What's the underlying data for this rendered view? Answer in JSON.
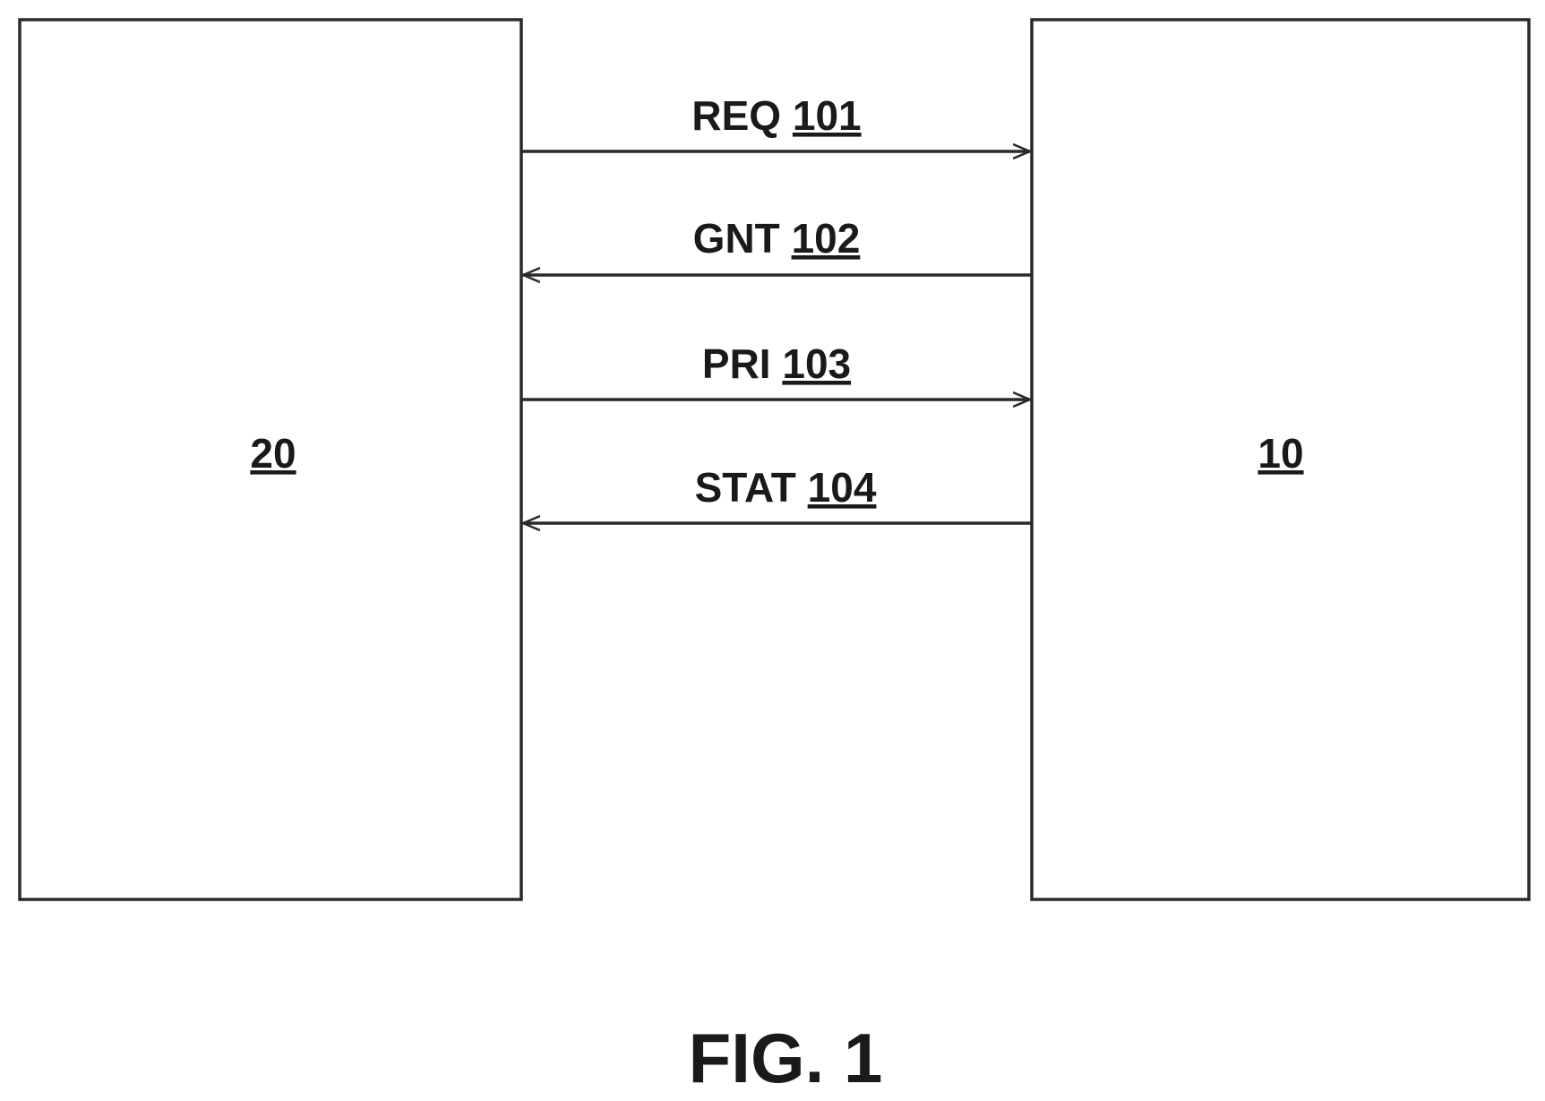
{
  "blocks": [
    {
      "id": "20",
      "label": "20"
    },
    {
      "id": "10",
      "label": "10"
    }
  ],
  "signals": [
    {
      "name": "REQ",
      "ref": "101",
      "direction": "right"
    },
    {
      "name": "GNT",
      "ref": "102",
      "direction": "left"
    },
    {
      "name": "PRI",
      "ref": "103",
      "direction": "right"
    },
    {
      "name": "STAT",
      "ref": "104",
      "direction": "left"
    }
  ],
  "figure_caption": "FIG. 1",
  "colors": {
    "line": "#2a2a2a",
    "text": "#1a1a1a",
    "background": "#ffffff"
  }
}
